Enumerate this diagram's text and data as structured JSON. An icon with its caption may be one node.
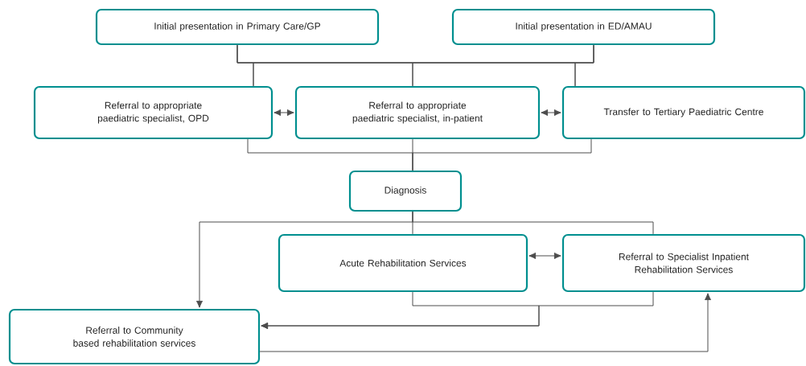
{
  "diagram": {
    "nodes": [
      {
        "text": [
          "Initial presentation in Primary Care/GP"
        ]
      },
      {
        "text": [
          "Initial presentation in ED/AMAU"
        ]
      },
      {
        "text": [
          "Referral to appropriate paediatric specialist, OPD"
        ]
      },
      {
        "text": [
          "Referral to appropriate paediatric specialist, in-patient"
        ]
      },
      {
        "text": [
          "Transfer to Tertiary Paediatric Centre"
        ]
      },
      {
        "text": [
          "Diagnosis"
        ]
      },
      {
        "text": [
          "Acute Rehabilitation Services"
        ]
      },
      {
        "text": [
          "Referral to Specialist Inpatient Rehabilitation Services"
        ]
      },
      {
        "text": [
          "Referral to Community based rehabilitation services"
        ]
      }
    ],
    "edges": [
      {
        "from": 0,
        "to": 2,
        "arrow": "none"
      },
      {
        "from": 0,
        "to": 3,
        "arrow": "none"
      },
      {
        "from": 0,
        "to": 4,
        "arrow": "none"
      },
      {
        "from": 1,
        "to": 2,
        "arrow": "none"
      },
      {
        "from": 1,
        "to": 3,
        "arrow": "none"
      },
      {
        "from": 1,
        "to": 4,
        "arrow": "none"
      },
      {
        "from": 2,
        "to": 3,
        "arrow": "both"
      },
      {
        "from": 3,
        "to": 4,
        "arrow": "both"
      },
      {
        "from": 2,
        "to": 5,
        "arrow": "none"
      },
      {
        "from": 3,
        "to": 5,
        "arrow": "none"
      },
      {
        "from": 4,
        "to": 5,
        "arrow": "none"
      },
      {
        "from": 5,
        "to": 8,
        "arrow": "to"
      },
      {
        "from": 5,
        "to": 6,
        "arrow": "none"
      },
      {
        "from": 5,
        "to": 7,
        "arrow": "none"
      },
      {
        "from": 6,
        "to": 7,
        "arrow": "both"
      },
      {
        "from": 6,
        "to": 8,
        "arrow": "to"
      },
      {
        "from": 7,
        "to": 8,
        "arrow": "to"
      },
      {
        "from": 8,
        "to": 7,
        "arrow": "to"
      }
    ]
  }
}
